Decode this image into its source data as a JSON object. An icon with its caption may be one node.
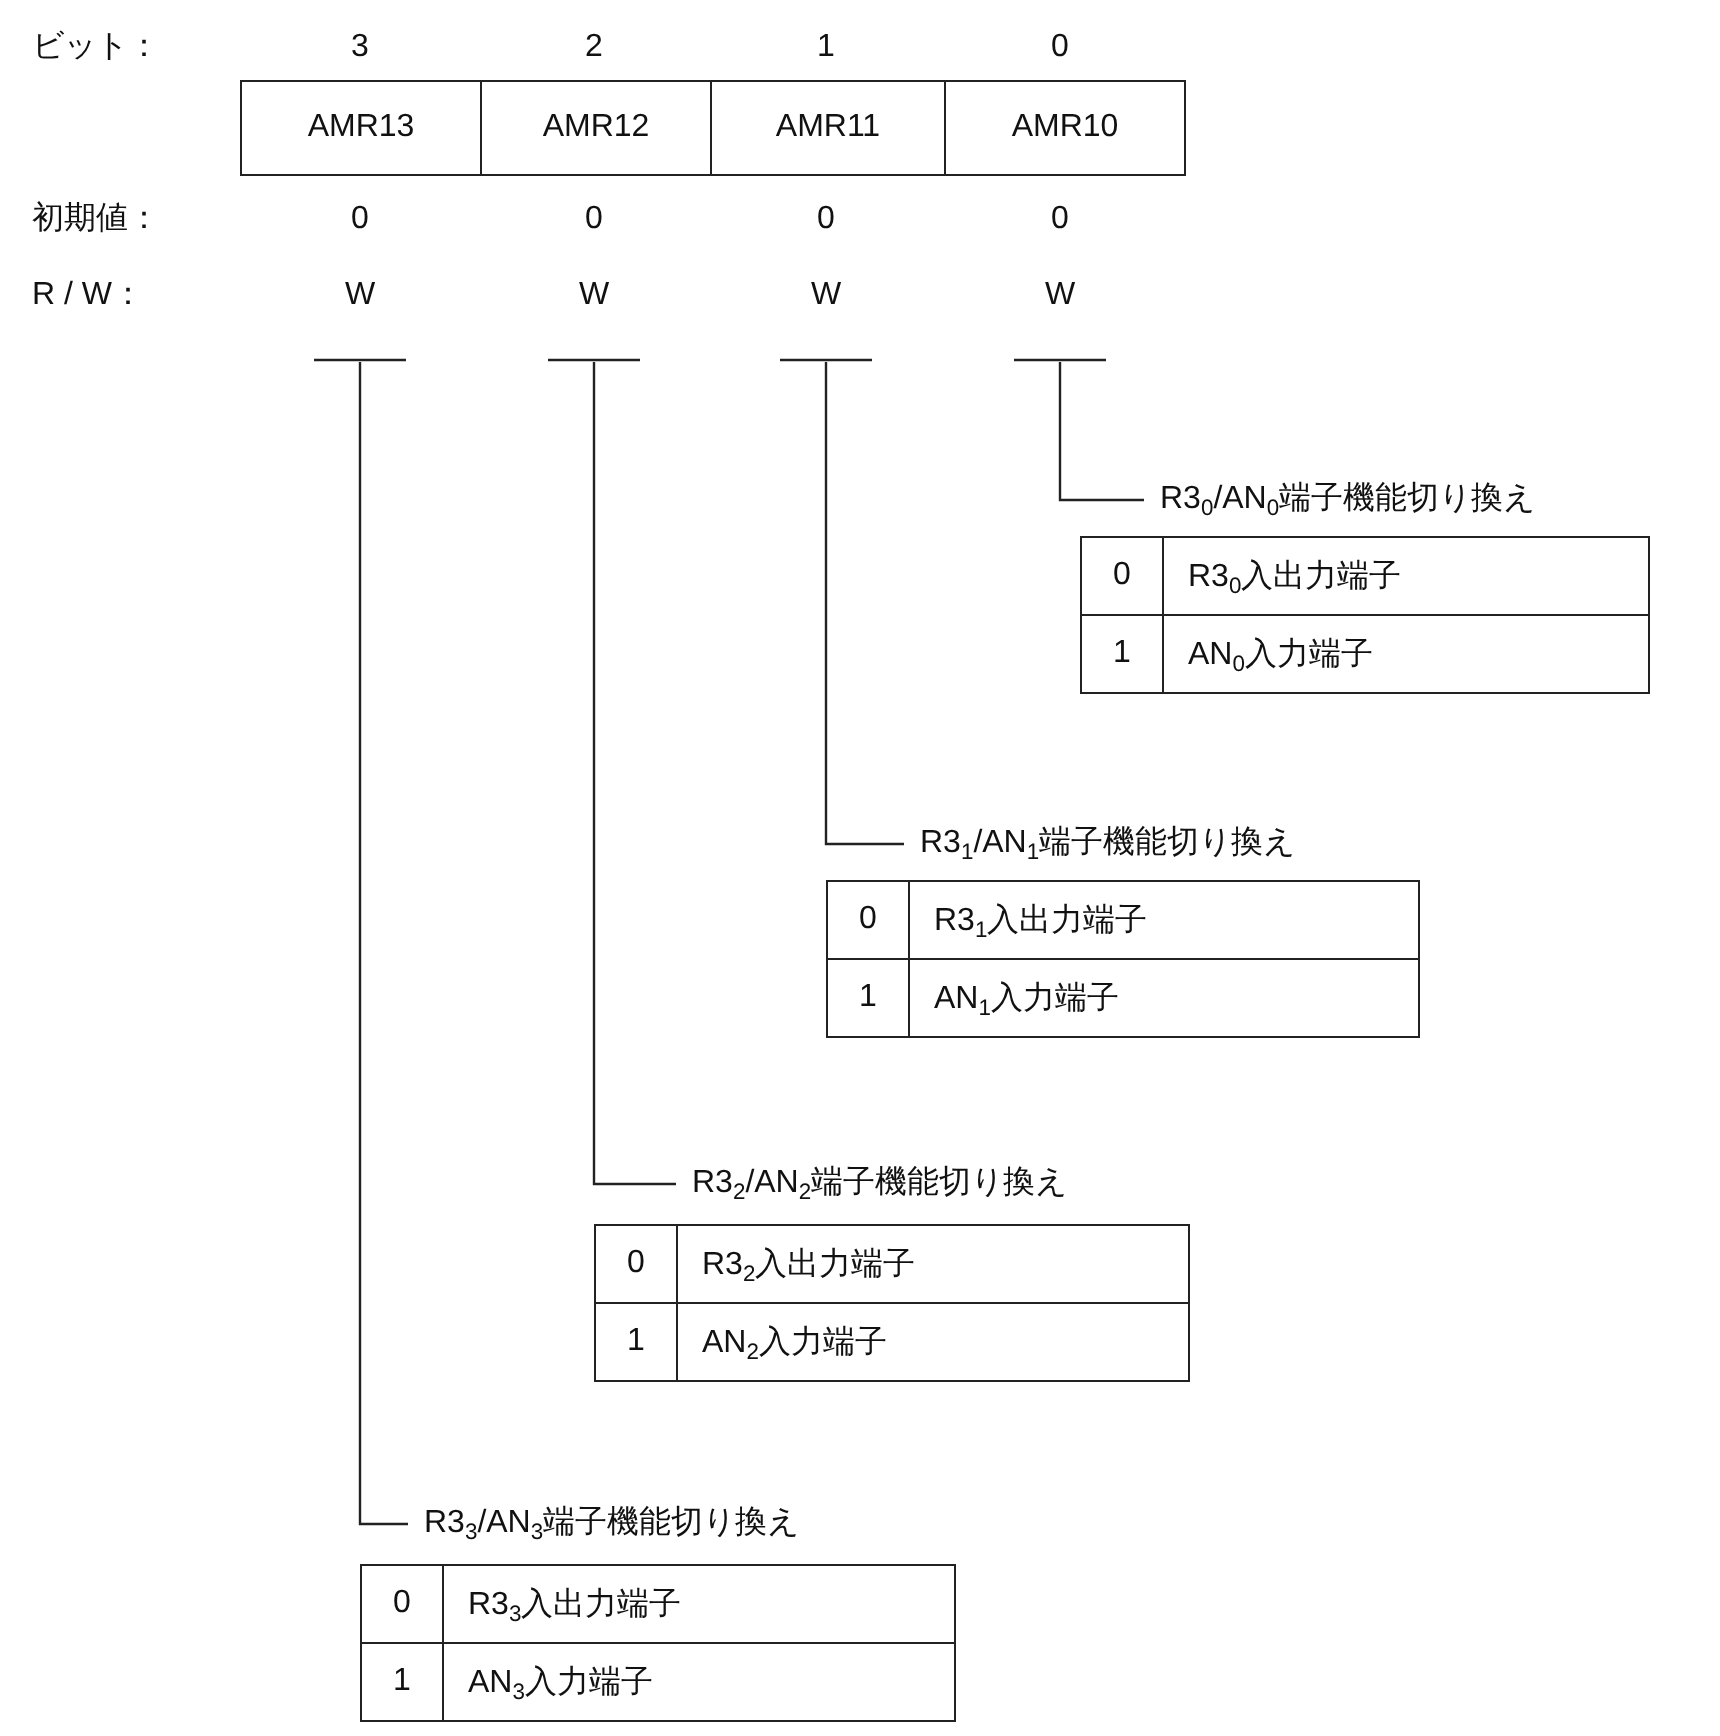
{
  "diagram": {
    "nodes": [
      {
        "text": [
          "AMR13"
        ]
      },
      {
        "text": [
          "AMR12"
        ]
      },
      {
        "text": [
          "AMR11"
        ]
      },
      {
        "text": [
          "AMR10"
        ]
      },
      {
        "text": [],
        "shape": "bar"
      },
      {
        "text": [],
        "shape": "bar"
      },
      {
        "text": [],
        "shape": "bar"
      },
      {
        "text": [],
        "shape": "bar"
      },
      {
        "text": [
          "R3$_{0}$/AN$_{0}$端子機能切り換え"
        ]
      },
      {
        "text": [
          "R3$_{1}$/AN$_{1}$端子機能切り換え"
        ]
      },
      {
        "text": [
          "R3$_{2}$/AN$_{2}$端子機能切り換え"
        ]
      },
      {
        "text": [
          "R3$_{3}$/AN$_{3}$端子機能切り換え"
        ]
      }
    ],
    "edges": [
      {
        "from": 7,
        "to": 8,
        "arrow": "none"
      },
      {
        "from": 6,
        "to": 9,
        "arrow": "none"
      },
      {
        "from": 5,
        "to": 10,
        "arrow": "none"
      },
      {
        "from": 4,
        "to": 11,
        "arrow": "none"
      }
    ],
    "labels": [
      "ビット：",
      "3",
      "2",
      "1",
      "0",
      "初期値：",
      "0",
      "0",
      "0",
      "0",
      "R / W：",
      "W",
      "W",
      "W",
      "W",
      "0",
      "R3$_{0}$入出力端子",
      "1",
      "AN$_{0}$入力端子",
      "0",
      "R3$_{1}$入出力端子",
      "1",
      "AN$_{1}$入力端子",
      "0",
      "R3$_{2}$入出力端子",
      "1",
      "AN$_{2}$入力端子",
      "0",
      "R3$_{3}$入出力端子",
      "1",
      "AN$_{3}$入力端子"
    ]
  }
}
